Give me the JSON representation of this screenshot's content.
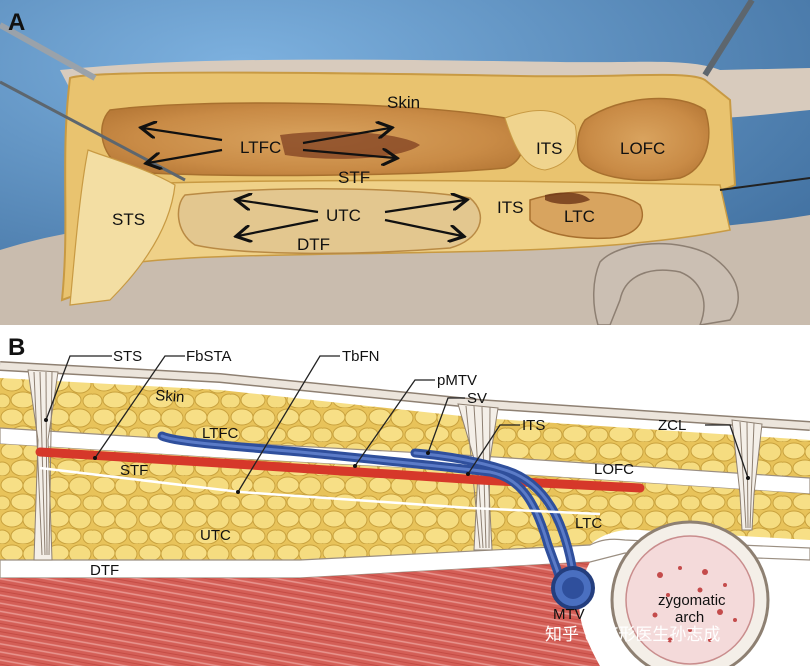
{
  "panel_a": {
    "letter": "A",
    "labels": {
      "skin": "Skin",
      "ltfc": "LTFC",
      "its_upper": "ITS",
      "lofc": "LOFC",
      "stf": "STF",
      "sts": "STS",
      "utc": "UTC",
      "its_lower": "ITS",
      "ltc": "LTC",
      "dtf": "DTF"
    }
  },
  "panel_b": {
    "letter": "B",
    "callouts": {
      "sts": "STS",
      "fbsta": "FbSTA",
      "tbfn": "TbFN",
      "pmtv": "pMTV",
      "sv": "SV",
      "its": "ITS",
      "zcl": "ZCL"
    },
    "labels": {
      "skin": "Skin",
      "ltfc": "LTFC",
      "stf": "STF",
      "lofc": "LOFC",
      "utc": "UTC",
      "ltc": "LTC",
      "dtf": "DTF",
      "mtv": "MTV",
      "zygomatic": "zygomatic",
      "arch": "arch"
    }
  },
  "watermark": "知乎 @整形医生孙志成",
  "colors": {
    "artery": "#d6382a",
    "vein": "#2f4f9c",
    "fat": "#f2d273",
    "fat_lobule": "#f7e08a",
    "fascia": "#ffffff",
    "muscle": "#d9675f",
    "photo_bg": "#5a8fbf",
    "tissue": "#e9c36f"
  }
}
